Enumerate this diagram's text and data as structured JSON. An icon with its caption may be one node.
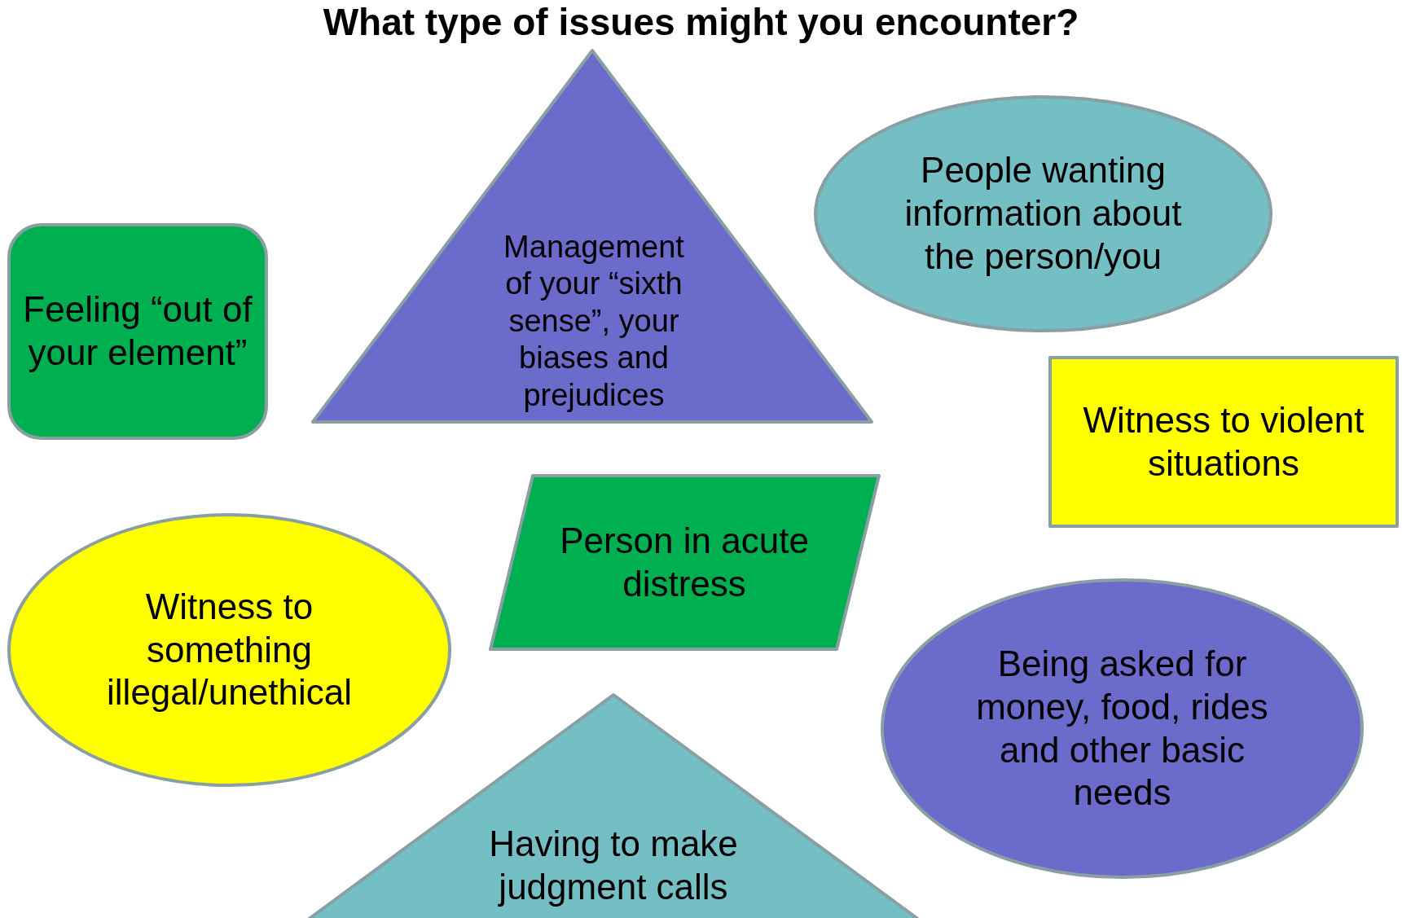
{
  "diagram": {
    "title": "What type of issues might you encounter?",
    "nodes": [
      {
        "text": [
          "Management of your “sixth sense”, your biases and prejudices"
        ]
      },
      {
        "text": [
          "People wanting information about the person/you"
        ]
      },
      {
        "text": [
          "Feeling “out of your element”"
        ]
      },
      {
        "text": [
          "Witness to violent situations"
        ]
      },
      {
        "text": [
          "Person in acute distress"
        ]
      },
      {
        "text": [
          "Witness to something illegal/unethical"
        ]
      },
      {
        "text": [
          "Being asked for money, food, rides and other basic needs"
        ]
      },
      {
        "text": [
          "Having to make judgment calls"
        ]
      }
    ],
    "edges": []
  }
}
